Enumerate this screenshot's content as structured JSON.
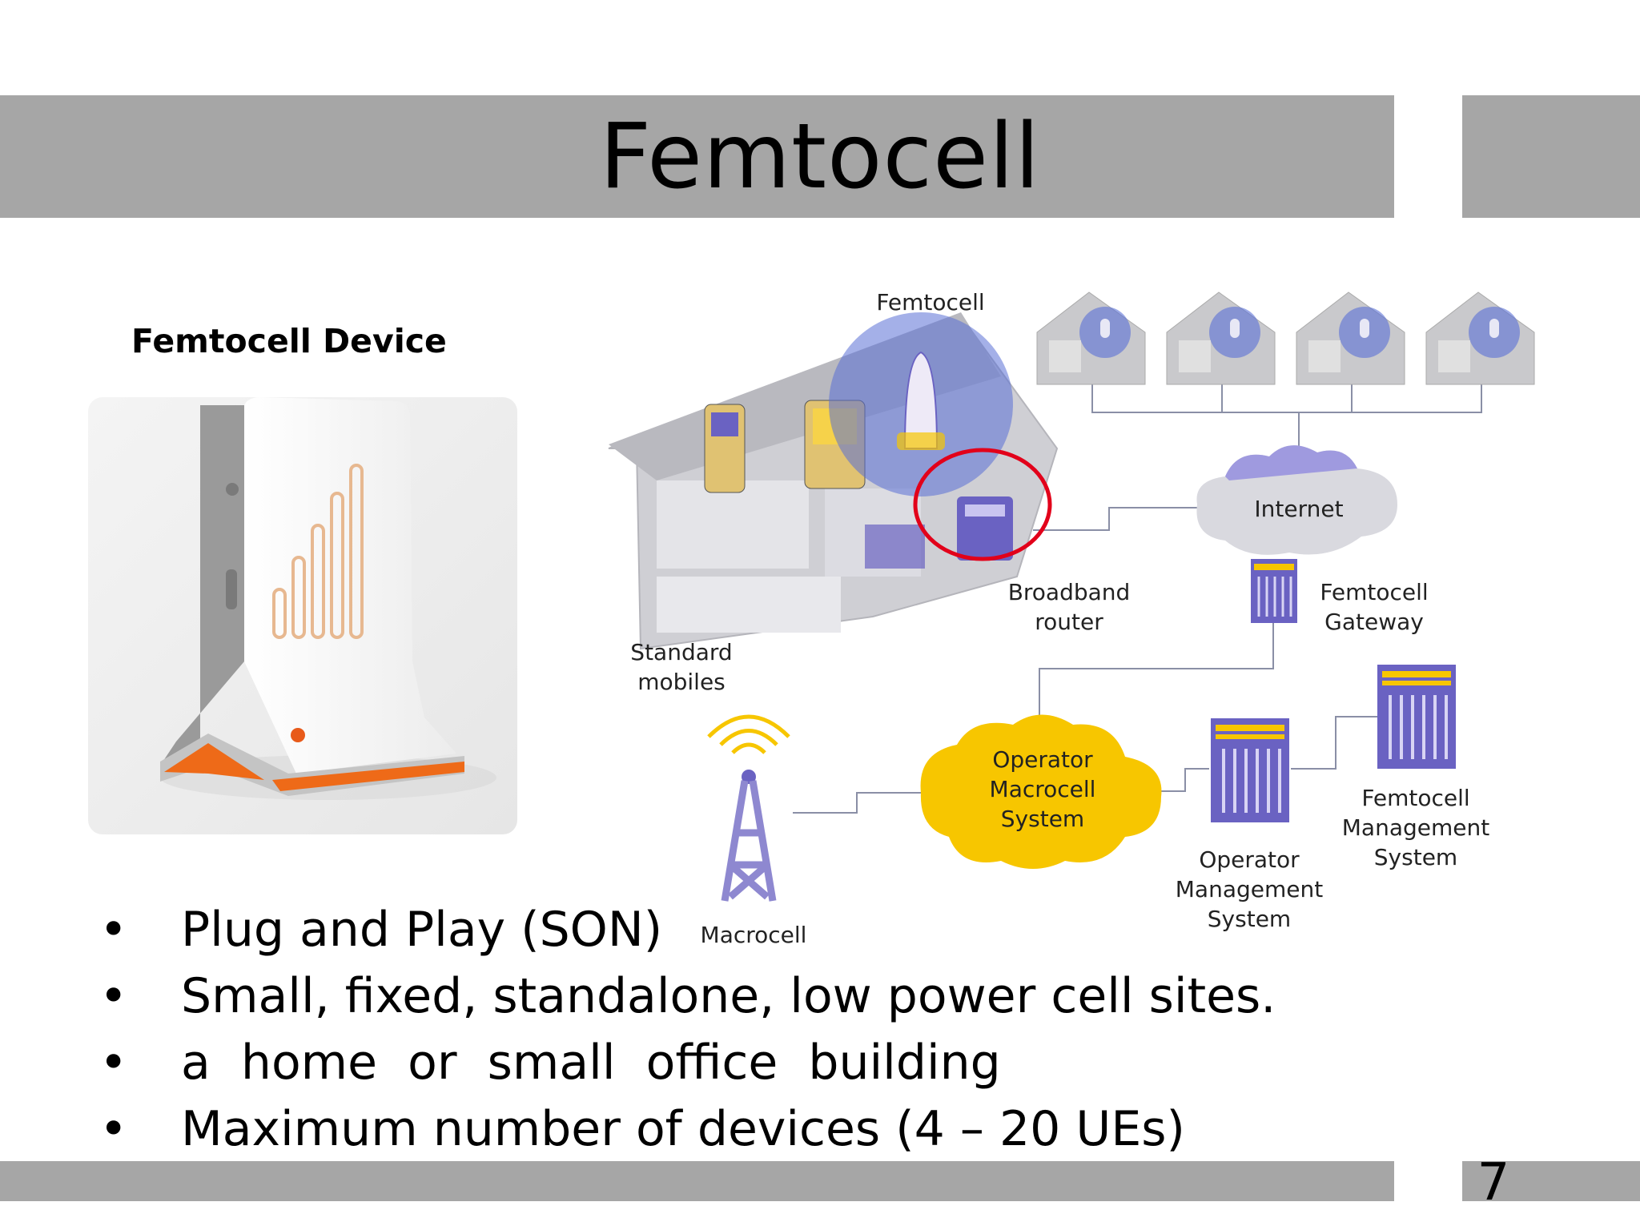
{
  "slide": {
    "title": "Femtocell",
    "page_number": "7"
  },
  "device": {
    "heading": "Femtocell Device"
  },
  "diagram": {
    "labels": {
      "femtocell": "Femtocell",
      "internet": "Internet",
      "broadband_router_1": "Broadband",
      "broadband_router_2": "router",
      "femtocell_gateway_1": "Femtocell",
      "femtocell_gateway_2": "Gateway",
      "standard_mobiles_1": "Standard",
      "standard_mobiles_2": "mobiles",
      "operator_macrocell_1": "Operator",
      "operator_macrocell_2": "Macrocell",
      "operator_macrocell_3": "System",
      "operator_mgmt_1": "Operator",
      "operator_mgmt_2": "Management",
      "operator_mgmt_3": "System",
      "femtocell_mgmt_1": "Femtocell",
      "femtocell_mgmt_2": "Management",
      "femtocell_mgmt_3": "System",
      "macrocell": "Macrocell"
    },
    "colors": {
      "cloud_yellow": "#f7c600",
      "cloud_grey": "#d9d9df",
      "server_purple": "#6a62c2",
      "highlight_red": "#e2001a",
      "coverage_blue": "#5a6fd6"
    }
  },
  "bullets": [
    "Plug and Play (SON)",
    "Small, fixed, standalone, low power cell sites.",
    "a  home  or  small  office  building",
    "Maximum number of devices (4 – 20 UEs)"
  ],
  "bullet_symbol": "•",
  "theme": {
    "band_color": "#a6a6a6"
  }
}
